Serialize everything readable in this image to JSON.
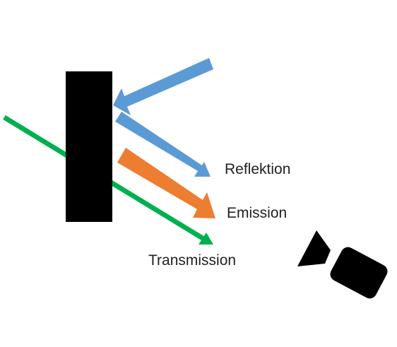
{
  "labels": {
    "reflection": "Reflektion",
    "emission": "Emission",
    "transmission": "Transmission"
  },
  "colors": {
    "background": "#ffffff",
    "object": "#000000",
    "reflection": "#5b9bd5",
    "emission": "#ed7d31",
    "transmission": "#00b050",
    "camera": "#000000",
    "text": "#222222"
  },
  "icons": {
    "camera": "video-camera-icon"
  }
}
